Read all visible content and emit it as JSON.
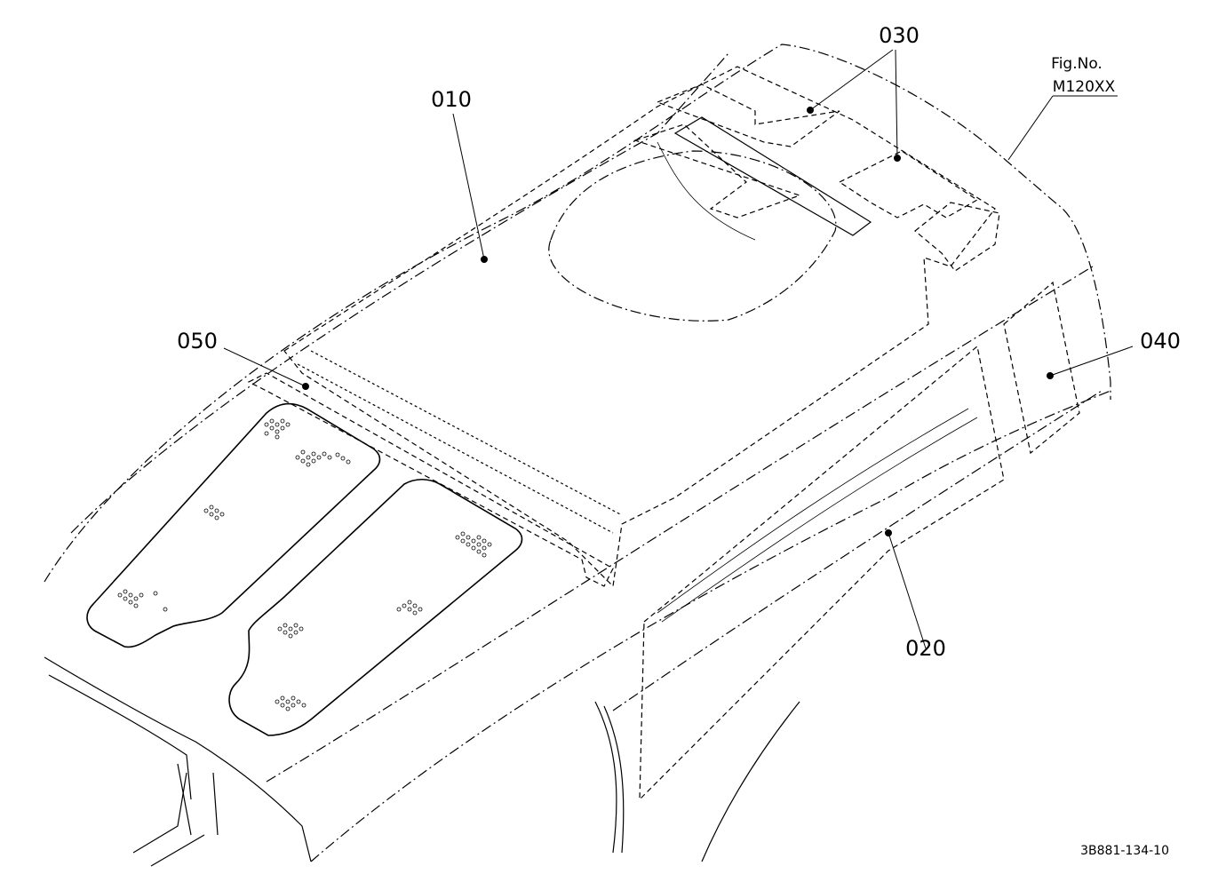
{
  "fig": {
    "title": "Fig.No.",
    "number": "M120XX"
  },
  "drawing_code": "3B881-134-10",
  "callouts": [
    {
      "id": "010",
      "label": "010"
    },
    {
      "id": "020",
      "label": "020"
    },
    {
      "id": "030",
      "label": "030"
    },
    {
      "id": "040",
      "label": "040"
    },
    {
      "id": "050",
      "label": "050"
    }
  ]
}
